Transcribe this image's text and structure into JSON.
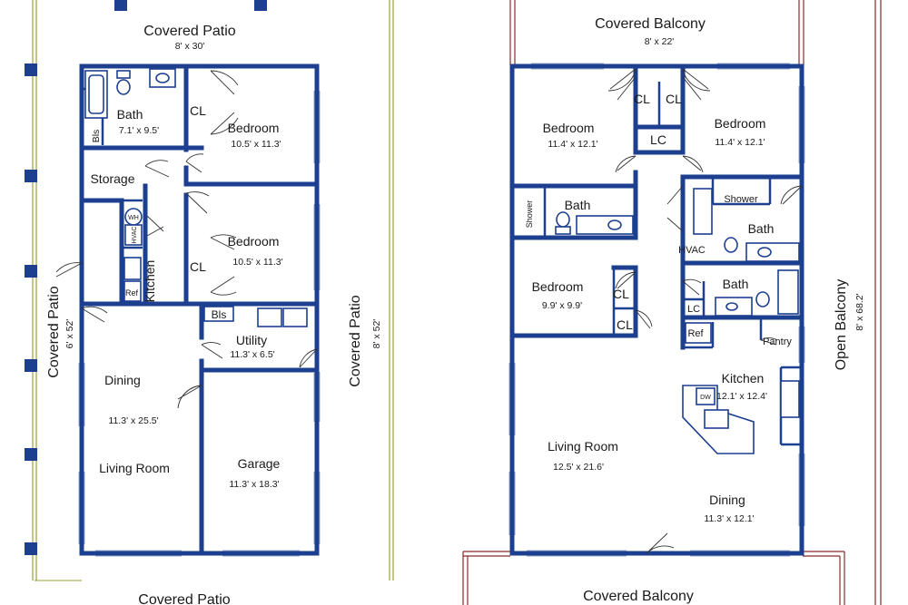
{
  "left_plan": {
    "top_patio": {
      "name": "Covered Patio",
      "dims": "8' x 30'"
    },
    "left_patio": {
      "name": "Covered Patio",
      "dims": "6' x 52'"
    },
    "right_patio": {
      "name": "Covered Patio",
      "dims": "8' x 52'"
    },
    "bottom_patio": {
      "name": "Covered Patio"
    },
    "bath": {
      "name": "Bath",
      "dims": "7.1' x 9.5'"
    },
    "bls_bath": "Bls",
    "cl_top": "CL",
    "bedroom1": {
      "name": "Bedroom",
      "dims": "10.5' x 11.3'"
    },
    "storage": "Storage",
    "wh": "WH",
    "hvac": "HVAC",
    "kitchen": "Kitchen",
    "ref": "Ref",
    "bedroom2": {
      "name": "Bedroom",
      "dims": "10.5' x 11.3'"
    },
    "cl_mid": "CL",
    "bls_utility": "Bls",
    "utility": {
      "name": "Utility",
      "dims": "11.3' x 6.5'"
    },
    "dining": {
      "name": "Dining",
      "dims": "11.3' x 25.5'"
    },
    "living": "Living Room",
    "garage": {
      "name": "Garage",
      "dims": "11.3' x 18.3'"
    }
  },
  "right_plan": {
    "top_balcony": {
      "name": "Covered Balcony",
      "dims": "8' x 22'"
    },
    "bottom_balcony": {
      "name": "Covered Balcony"
    },
    "open_balcony": {
      "name": "Open Balcony",
      "dims": "8' x 68.2'"
    },
    "bedroom_tl": {
      "name": "Bedroom",
      "dims": "11.4' x 12.1'"
    },
    "bedroom_tr": {
      "name": "Bedroom",
      "dims": "11.4' x 12.1'"
    },
    "cl_a": "CL",
    "cl_b": "CL",
    "lc_top": "LC",
    "shower_left": "Shower",
    "bath_left": "Bath",
    "shower_right": "Shower",
    "bath_right": "Bath",
    "hvac": "HVAC",
    "bedroom_mid": {
      "name": "Bedroom",
      "dims": "9.9' x 9.9'"
    },
    "cl_c": "CL",
    "cl_d": "CL",
    "bath_mid": "Bath",
    "lc_mid": "LC",
    "ref": "Ref",
    "pantry": "Pantry",
    "kitchen": {
      "name": "Kitchen",
      "dims": "12.1' x 12.4'"
    },
    "dw": "DW",
    "living": {
      "name": "Living Room",
      "dims": "12.5' x 21.6'"
    },
    "dining": {
      "name": "Dining",
      "dims": "11.3' x 12.1'"
    }
  }
}
